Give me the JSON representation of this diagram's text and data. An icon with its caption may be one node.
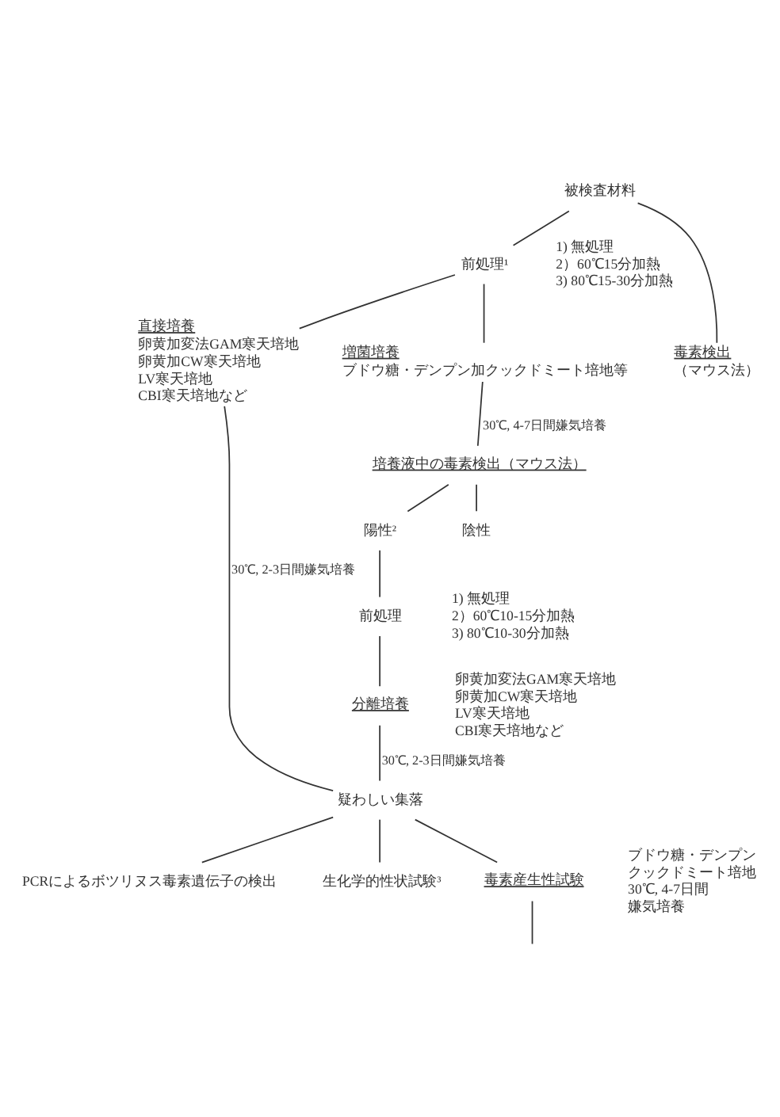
{
  "diagram": {
    "nodes": [
      {
        "text": [
          "被検査材料"
        ]
      },
      {
        "text": [
          "前処理¹"
        ],
        "beside": [
          "1) 無処理",
          "2）60℃15分加熱",
          "3) 80℃15-30分加熱"
        ]
      },
      {
        "text": [
          "直接培養",
          "卵黄加変法GAM寒天培地",
          "卵黄加CW寒天培地",
          "LV寒天培地",
          "CBI寒天培地など"
        ]
      },
      {
        "text": [
          "増菌培養",
          "ブドウ糖・デンプン加クックドミート培地等"
        ]
      },
      {
        "text": [
          "毒素検出",
          "（マウス法）"
        ]
      },
      {
        "text": [
          "培養液中の毒素検出（マウス法）"
        ]
      },
      {
        "text": [
          "陽性²"
        ]
      },
      {
        "text": [
          "陰性"
        ]
      },
      {
        "text": [
          "前処理"
        ],
        "beside": [
          "1) 無処理",
          "2）60℃10-15分加熱",
          "3) 80℃10-30分加熱"
        ]
      },
      {
        "text": [
          "分離培養"
        ],
        "beside": [
          "卵黄加変法GAM寒天培地",
          "卵黄加CW寒天培地",
          "LV寒天培地",
          "CBI寒天培地など"
        ]
      },
      {
        "text": [
          "疑わしい集落"
        ]
      },
      {
        "text": [
          "PCRによるボツリヌス毒素遺伝子の検出"
        ]
      },
      {
        "text": [
          "生化学的性状試験³"
        ]
      },
      {
        "text": [
          "毒素産生性試験"
        ],
        "beside": [
          "ブドウ糖・デンプン",
          "クックドミート培地",
          "30℃, 4-7日間",
          "嫌気培養"
        ]
      }
    ],
    "edges": [
      {
        "from": 0,
        "to": 1,
        "arrow": "none"
      },
      {
        "from": 0,
        "to": 4,
        "arrow": "none"
      },
      {
        "from": 1,
        "to": 2,
        "arrow": "none"
      },
      {
        "from": 1,
        "to": 3,
        "arrow": "none"
      },
      {
        "from": 3,
        "to": 5,
        "arrow": "none",
        "label": "30℃, 4-7日間嫌気培養"
      },
      {
        "from": 5,
        "to": 6,
        "arrow": "none"
      },
      {
        "from": 5,
        "to": 7,
        "arrow": "none"
      },
      {
        "from": 6,
        "to": 8,
        "arrow": "none"
      },
      {
        "from": 8,
        "to": 9,
        "arrow": "none"
      },
      {
        "from": 2,
        "to": 10,
        "arrow": "none",
        "label": "30℃, 2-3日間嫌気培養"
      },
      {
        "from": 9,
        "to": 10,
        "arrow": "none",
        "label": "30℃, 2-3日間嫌気培養"
      },
      {
        "from": 10,
        "to": 11,
        "arrow": "none"
      },
      {
        "from": 10,
        "to": 12,
        "arrow": "none"
      },
      {
        "from": 10,
        "to": 13,
        "arrow": "none"
      },
      {
        "from": 13,
        "to": null,
        "arrow": "none"
      }
    ]
  }
}
